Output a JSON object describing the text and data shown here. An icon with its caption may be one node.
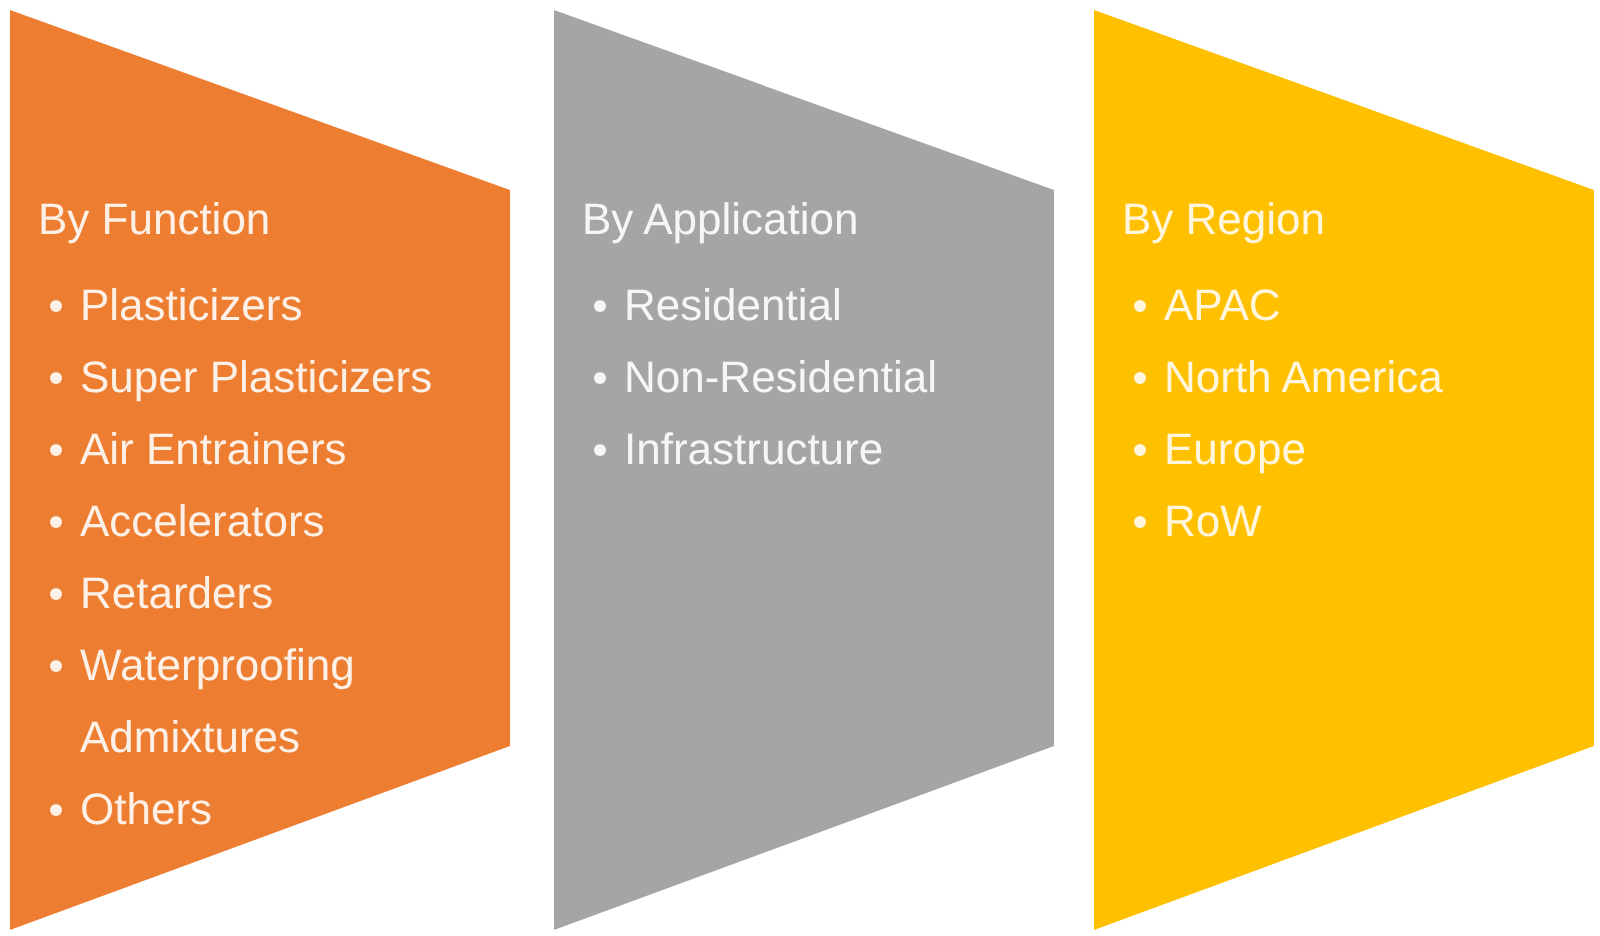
{
  "diagram": {
    "nodes": [
      {
        "text": [
          "By Function",
          "Plasticizers",
          "Super Plasticizers",
          "Air Entrainers",
          "Accelerators",
          "Retarders",
          "Waterproofing Admixtures",
          "Others"
        ]
      },
      {
        "text": [
          "By Application",
          "Residential",
          "Non-Residential",
          "Infrastructure"
        ]
      },
      {
        "text": [
          "By Region",
          "APAC",
          "North America",
          "Europe",
          "RoW"
        ]
      }
    ]
  }
}
